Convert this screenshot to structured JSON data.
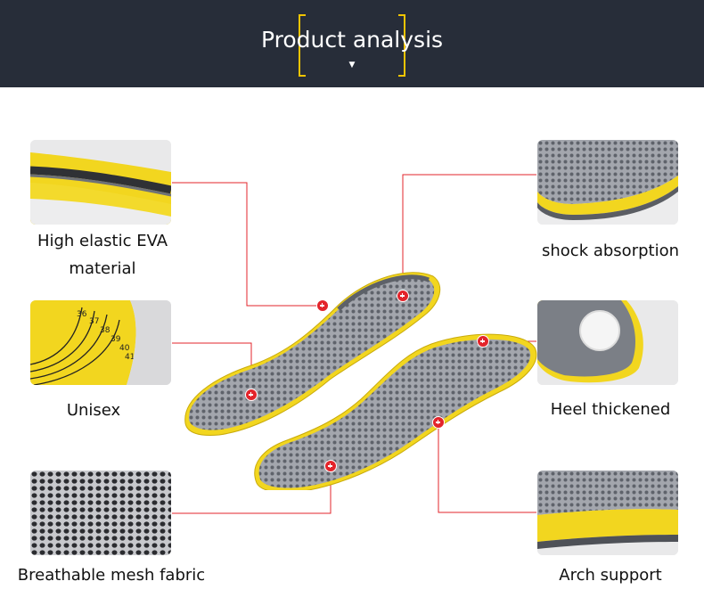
{
  "header": {
    "title": "Product analysis"
  },
  "features": {
    "eva": {
      "label_line1": "High elastic EVA",
      "label_line2": "material"
    },
    "unisex": {
      "label": "Unisex",
      "size_numbers": [
        "36",
        "37",
        "38",
        "39",
        "40",
        "41"
      ]
    },
    "mesh": {
      "label": "Breathable mesh fabric"
    },
    "shock": {
      "label": "shock absorption"
    },
    "heel": {
      "label": "Heel thickened"
    },
    "arch": {
      "label": "Arch support"
    }
  },
  "colors": {
    "header_bg": "#272d39",
    "accent": "#f1c400",
    "callout_line": "#e3242b",
    "insole_gray": "#8a8e96",
    "foam_yellow": "#f2d61f"
  }
}
